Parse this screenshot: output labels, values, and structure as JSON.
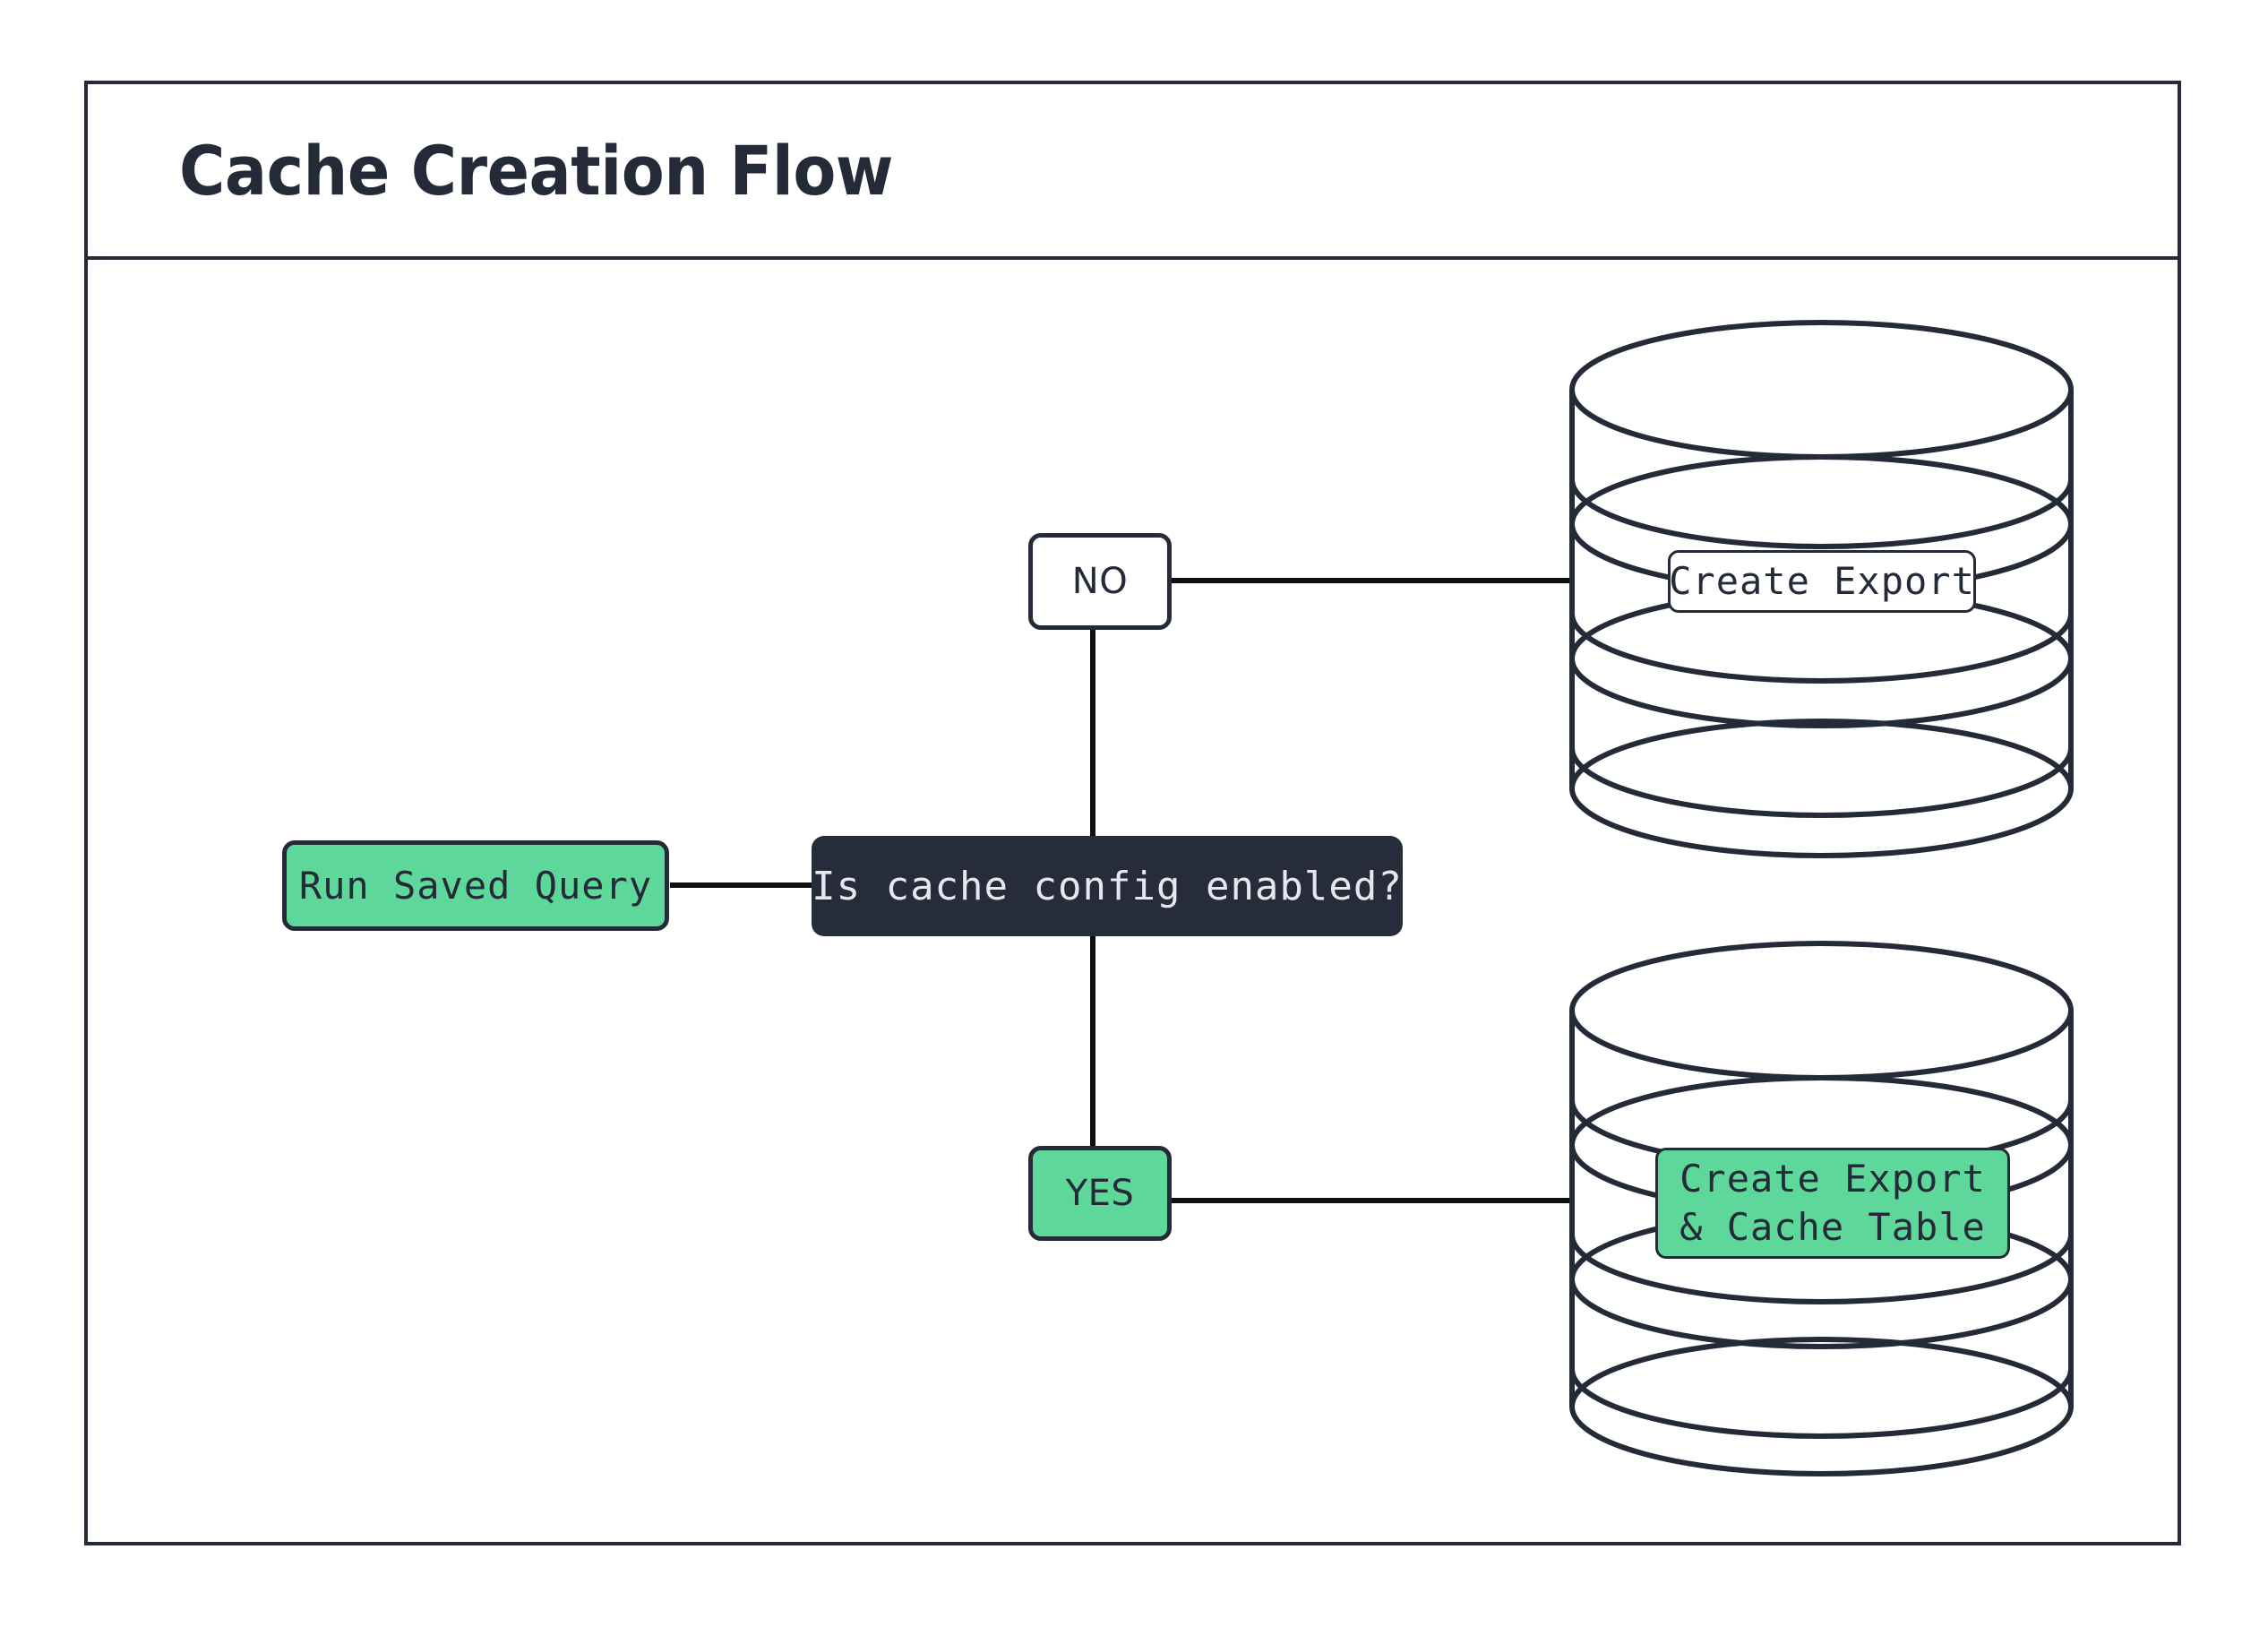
{
  "diagram": {
    "title": "Cache Creation Flow",
    "type": "flowchart",
    "direction": "left-to-right",
    "colors": {
      "ink": "#252a39",
      "accent_green": "#5ed79b",
      "decision_fill": "#272c3b",
      "decision_text": "#e6e8ee",
      "canvas": "#ffffff"
    },
    "nodes": [
      {
        "id": "run-saved-query",
        "label": "Run Saved Query",
        "shape": "rounded-rect",
        "fill": "#5ed79b",
        "text_color": "#252a39",
        "role": "process"
      },
      {
        "id": "is-cache-config-enabled",
        "label": "Is cache config enabled?",
        "shape": "rounded-rect",
        "fill": "#272c3b",
        "text_color": "#e6e8ee",
        "role": "decision"
      },
      {
        "id": "branch-no",
        "label": "NO",
        "shape": "rounded-rect",
        "fill": "#ffffff",
        "text_color": "#252a39",
        "role": "branch-label"
      },
      {
        "id": "branch-yes",
        "label": "YES",
        "shape": "rounded-rect",
        "fill": "#5ed79b",
        "text_color": "#252a39",
        "role": "branch-label"
      },
      {
        "id": "database-top",
        "label": "Create Export",
        "shape": "database-cylinder",
        "fill": "#ffffff",
        "text_color": "#252a39",
        "role": "datastore"
      },
      {
        "id": "database-bottom",
        "label": "Create Export\n& Cache Table",
        "label_lines": [
          "Create Export",
          "& Cache Table"
        ],
        "shape": "database-cylinder",
        "fill": "#5ed79b",
        "text_color": "#252a39",
        "role": "datastore"
      }
    ],
    "edges": [
      {
        "from": "run-saved-query",
        "to": "is-cache-config-enabled",
        "label": ""
      },
      {
        "from": "is-cache-config-enabled",
        "to": "branch-no",
        "label": "NO"
      },
      {
        "from": "is-cache-config-enabled",
        "to": "branch-yes",
        "label": "YES"
      },
      {
        "from": "branch-no",
        "to": "database-top",
        "label": ""
      },
      {
        "from": "branch-yes",
        "to": "database-bottom",
        "label": ""
      }
    ]
  }
}
